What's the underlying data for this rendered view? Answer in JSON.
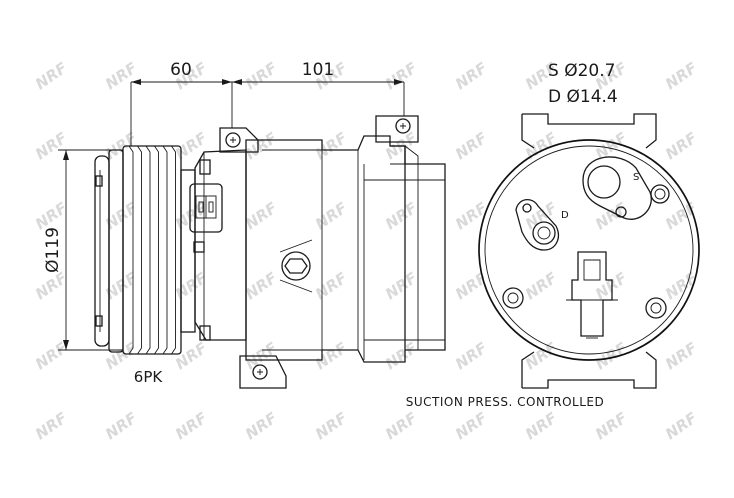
{
  "dimensions": {
    "clutch_offset": "60",
    "body_length": "101",
    "pulley_diameter": "Ø119",
    "pulley_grooves": "6PK"
  },
  "ports": {
    "suction": "S Ø20.7",
    "discharge": "D Ø14.4",
    "suction_marker": "S",
    "discharge_marker": "D"
  },
  "note": "SUCTION PRESS. CONTROLLED",
  "watermark": "NRF",
  "colors": {
    "line": "#1a1a1a",
    "watermark": "#d9d9d9",
    "background": "#ffffff"
  }
}
